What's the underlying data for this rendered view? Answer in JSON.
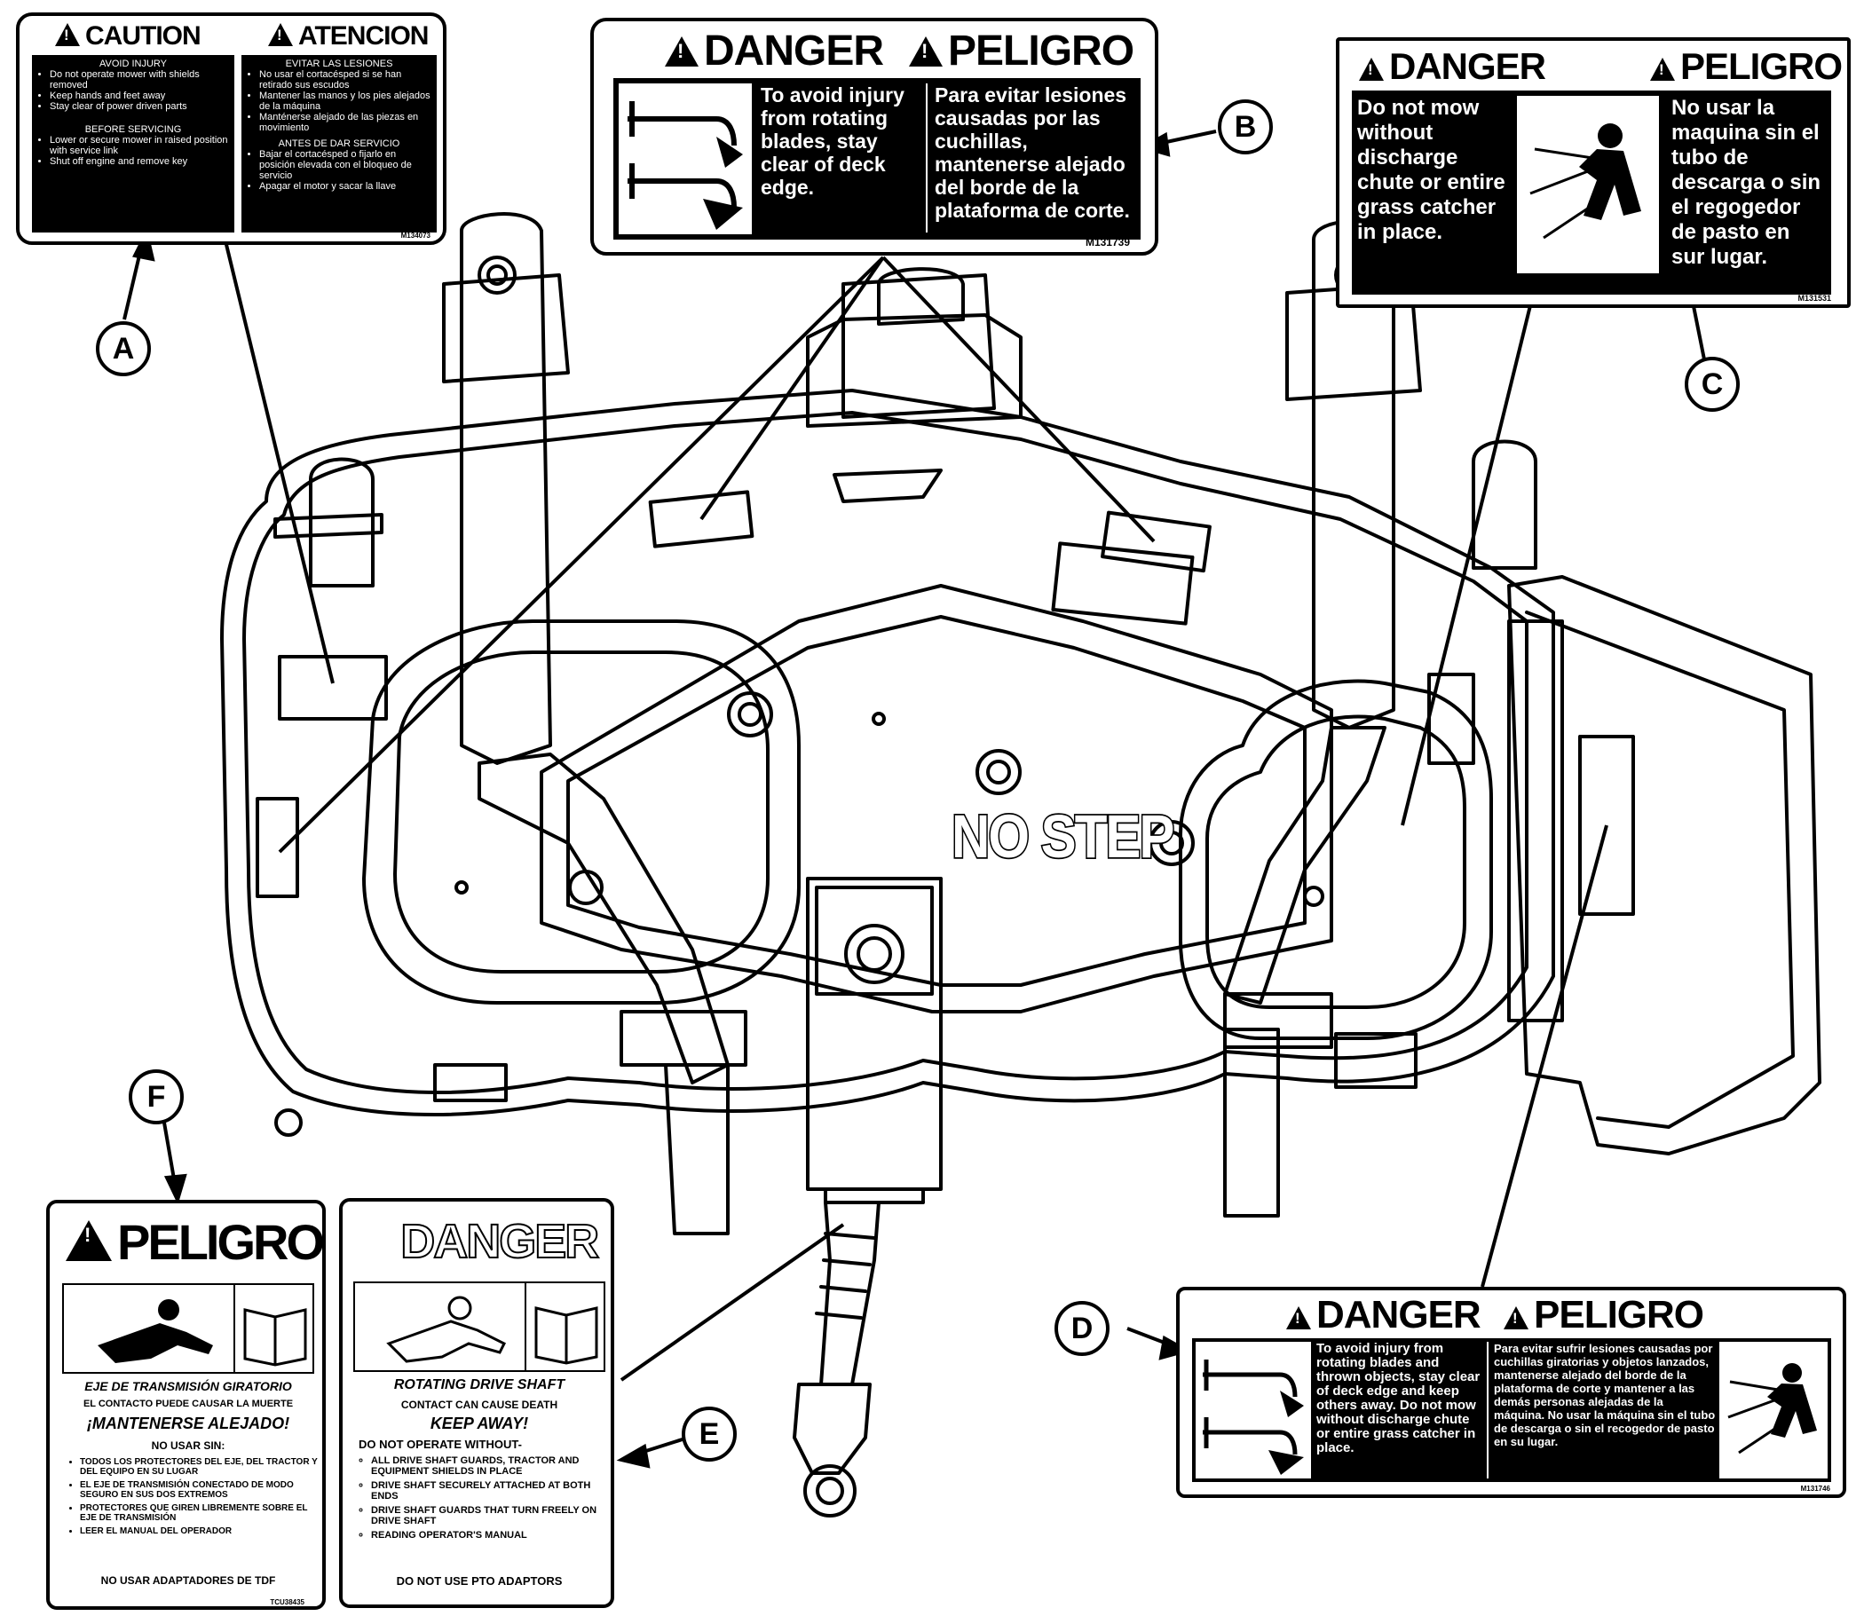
{
  "callouts": [
    "A",
    "B",
    "C",
    "D",
    "E",
    "F"
  ],
  "deck": {
    "no_step": "NO STEP"
  },
  "decal_a": {
    "left_title": "CAUTION",
    "right_title": "ATENCION",
    "left_h1": "AVOID INJURY",
    "left_items1": [
      "Do not operate mower with shields removed",
      "Keep hands and feet away",
      "Stay clear of power driven parts"
    ],
    "left_h2": "BEFORE SERVICING",
    "left_items2": [
      "Lower or secure mower in raised position with service link",
      "Shut off engine and remove key"
    ],
    "right_h1": "EVITAR LAS LESIONES",
    "right_items1": [
      "No usar el cortacésped si se han retirado sus escudos",
      "Mantener las manos y los pies alejados de la máquina",
      "Manténerse alejado de las piezas en movimiento"
    ],
    "right_h2": "ANTES DE DAR SERVICIO",
    "right_items2": [
      "Bajar el cortacésped o fijarlo en posición elevada con el bloqueo de servicio",
      "Apagar el motor y sacar la llave"
    ],
    "part_no": "M134073"
  },
  "decal_b": {
    "title_en": "DANGER",
    "title_es": "PELIGRO",
    "text_en": "To avoid injury from rotating blades, stay clear of deck edge.",
    "text_es": "Para evitar lesiones causadas por las cuchillas, mantenerse alejado del borde de la plataforma de corte.",
    "part_no": "M131739"
  },
  "decal_c": {
    "title_en": "DANGER",
    "title_es": "PELIGRO",
    "text_en": "Do not mow without discharge chute or entire grass catcher in place.",
    "text_es": "No usar la maquina sin el tubo de descarga o sin el regogedor de pasto en sur lugar.",
    "part_no": "M131531"
  },
  "decal_d": {
    "title_en": "DANGER",
    "title_es": "PELIGRO",
    "text_en": "To avoid injury from rotating blades and thrown objects, stay clear of deck edge and keep others away. Do not mow without discharge chute or entire grass catcher in place.",
    "text_es": "Para evitar sufrir lesiones causadas por cuchillas giratorias y objetos lanzados, mantenerse alejado del borde de la plataforma de corte y mantener a las demás personas alejadas de la máquina. No usar la máquina sin el tubo de descarga o sin el recogedor de pasto en su lugar.",
    "part_no": "M131746"
  },
  "decal_e": {
    "title": "DANGER",
    "subtitle": "ROTATING DRIVE SHAFT",
    "line1": "CONTACT CAN CAUSE DEATH",
    "line2": "KEEP AWAY!",
    "line3": "DO NOT OPERATE WITHOUT-",
    "items": [
      "ALL DRIVE SHAFT GUARDS, TRACTOR AND EQUIPMENT SHIELDS IN PLACE",
      "DRIVE SHAFT SECURELY ATTACHED AT BOTH ENDS",
      "DRIVE SHAFT GUARDS THAT TURN FREELY ON DRIVE SHAFT",
      "READING OPERATOR'S MANUAL"
    ],
    "footer": "DO NOT USE PTO ADAPTORS"
  },
  "decal_f": {
    "title": "PELIGRO",
    "subtitle": "EJE DE TRANSMISIÓN GIRATORIO",
    "line1": "EL CONTACTO PUEDE CAUSAR LA MUERTE",
    "line2": "¡MANTENERSE ALEJADO!",
    "line3": "NO USAR SIN:",
    "items": [
      "TODOS LOS PROTECTORES DEL EJE, DEL TRACTOR Y DEL EQUIPO EN SU LUGAR",
      "EL EJE DE TRANSMISIÓN CONECTADO DE MODO SEGURO EN SUS DOS EXTREMOS",
      "PROTECTORES QUE GIREN LIBREMENTE SOBRE EL EJE DE TRANSMISIÓN",
      "LEER EL MANUAL DEL OPERADOR"
    ],
    "footer": "NO USAR ADAPTADORES DE TDF",
    "part_no": "TCU38435"
  }
}
